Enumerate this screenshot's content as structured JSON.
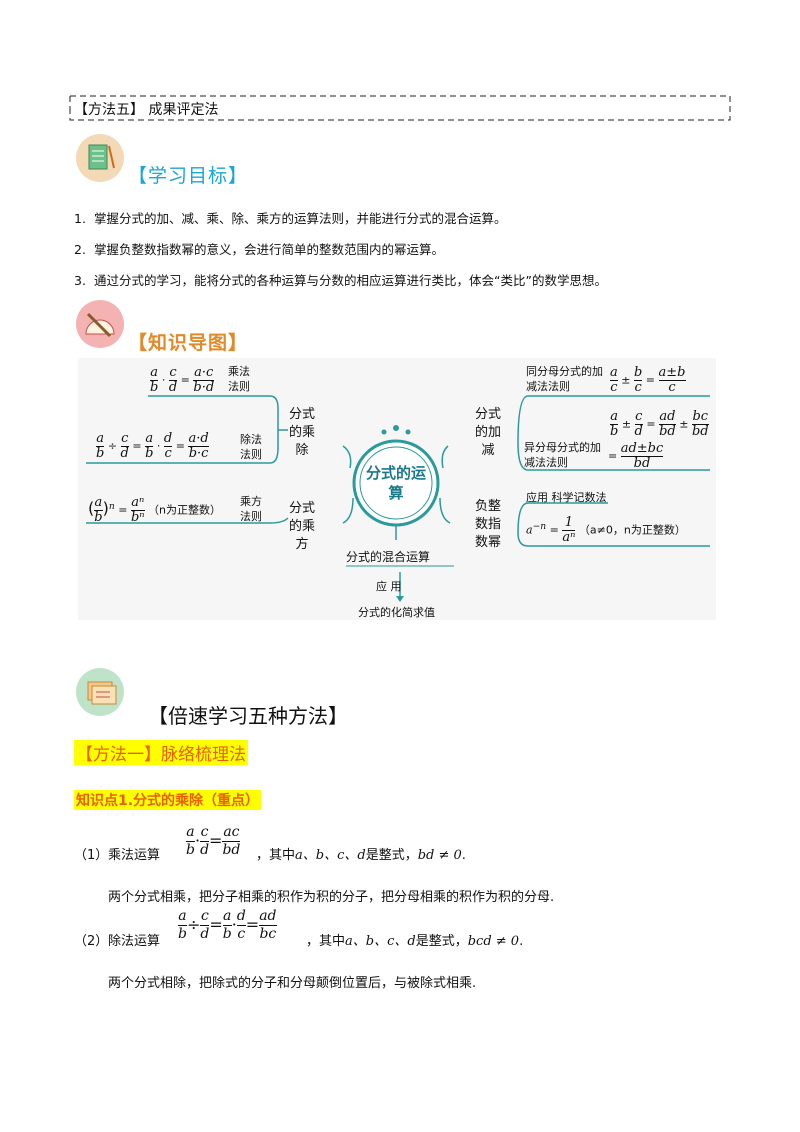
{
  "method_header": {
    "title": "【方法五】 成果评定法"
  },
  "sections": {
    "goals_title": "【学习目标】",
    "map_title": "【知识导图】",
    "methods_title": "【倍速学习五种方法】"
  },
  "goals": [
    {
      "num": "1.",
      "text": "掌握分式的加、减、乘、除、乘方的运算法则，并能进行分式的混合运算。"
    },
    {
      "num": "2.",
      "text": "掌握负整数指数幂的意义，会进行简单的整数范围内的幂运算。"
    },
    {
      "num": "3.",
      "text": "通过分式的学习，能将分式的各种运算与分数的相应运算进行类比，体会“类比”的数学思想。"
    }
  ],
  "mindmap": {
    "center": "分式的运算",
    "left_branches": [
      {
        "label": "分式的乘除",
        "items": [
          {
            "rule": "乘法法则",
            "formula": "a/b · c/d = a·c / b·d"
          },
          {
            "rule": "除法法则",
            "formula": "a/b ÷ c/d = a/b · d/c = a·d / b·c"
          }
        ]
      },
      {
        "label": "分式的乘方",
        "items": [
          {
            "rule": "乘方法则",
            "formula": "(a/b)ⁿ = aⁿ/bⁿ (n为正整数)"
          }
        ]
      }
    ],
    "right_branches": [
      {
        "label": "分式的加减",
        "items": [
          {
            "rule": "同分母分式的加减法法则",
            "formula": "a/c ± b/c = a±b / c"
          },
          {
            "rule": "异分母分式的加减法法则",
            "formula": "a/b ± c/d = ad/bd ± bc/bd = ad±bc / bd"
          }
        ]
      },
      {
        "label": "负整数指数幂",
        "items": [
          {
            "rule": "应用 科学记数法",
            "formula": "a⁻ⁿ = 1/aⁿ (a≠0, n为正整数)"
          }
        ]
      }
    ],
    "bottom": {
      "mixed": "分式的混合运算",
      "apply": "应  用",
      "simplify": "分式的化简求值"
    },
    "labels": {
      "mul_rule": "乘法法则",
      "div_rule": "除法法则",
      "pow_rule": "乘方法则",
      "left_top": "分式的乘除",
      "left_bottom": "分式的乘方",
      "right_top": "分式的加减",
      "right_bottom": "负整数指数幂",
      "same_denom": "同分母分式的加减法法则",
      "diff_denom": "异分母分式的加减法法则",
      "apply_sci": "应用  科学记数法",
      "n_positive": "（n为正整数）",
      "neg_cond": "（a≠0，n为正整数）"
    }
  },
  "method1": {
    "bracket": "【方法一】",
    "name": "脉络梳理法",
    "knowledge_point": "知识点1.分式的乘除（重点）",
    "items": [
      {
        "num": "（1）",
        "label": "乘法运算",
        "cond_pre": "，其中",
        "vars": "a、b、c、d",
        "cond_mid": "是整式，",
        "nonzero": "bd ≠ 0",
        "desc": "两个分式相乘，把分子相乘的积作为积的分子，把分母相乘的积作为积的分母."
      },
      {
        "num": "（2）",
        "label": "除法运算",
        "cond_pre": "，其中",
        "vars": "a、b、c、d",
        "cond_mid": "是整式，",
        "nonzero": "bcd ≠ 0",
        "desc": "两个分式相除，把除式的分子和分母颠倒位置后，与被除式相乘."
      }
    ]
  }
}
